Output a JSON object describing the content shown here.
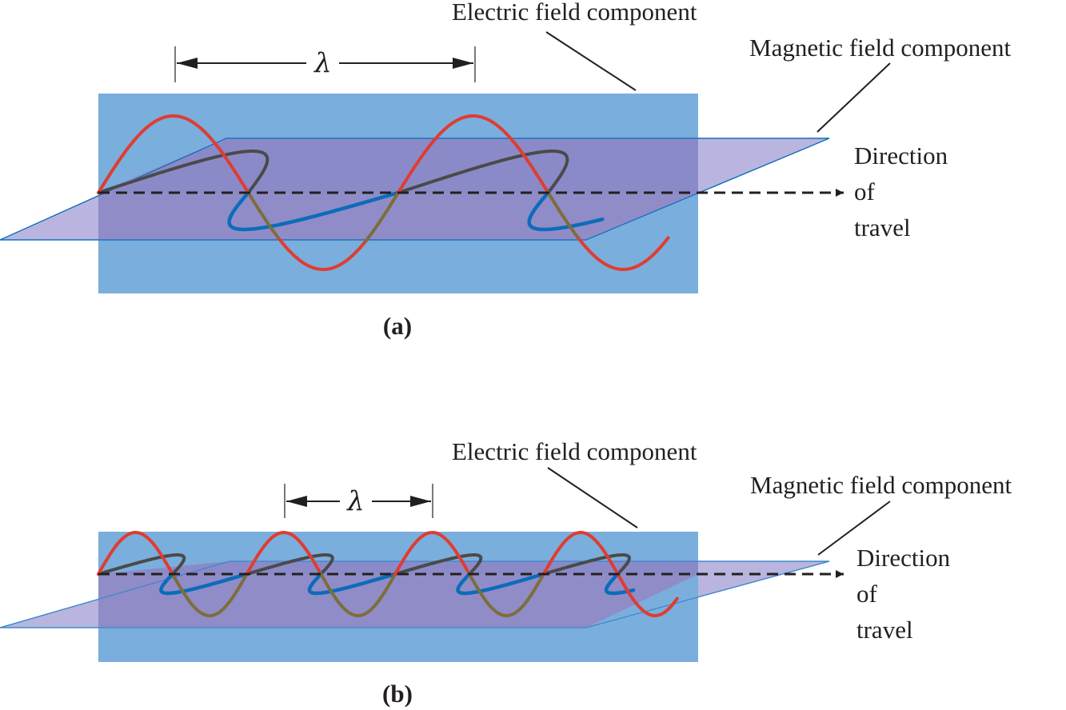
{
  "title": "Electromagnetic wave: electric and magnetic field components",
  "colors": {
    "electric_plane": "#7aaedc",
    "magnetic_plane": "#8e84c4",
    "magnetic_plane_outside": "#b9b5df",
    "plane_edge": "#0b6cba",
    "electric_wave": "#e03c31",
    "electric_wave_in_plane": "#7d6d3a",
    "magnetic_wave_above": "#4a4a4a",
    "magnetic_wave_below": "#0b6cba",
    "axis": "#231f20"
  },
  "panels": [
    {
      "id": "a",
      "caption": "(a)",
      "wavelength_symbol": "λ",
      "cycles_shown": 1.9,
      "relative_wavelength": "long",
      "labels": {
        "electric": "Electric field component",
        "magnetic": "Magnetic field component",
        "direction_line1": "Direction",
        "direction_line2": "of",
        "direction_line3": "travel"
      }
    },
    {
      "id": "b",
      "caption": "(b)",
      "wavelength_symbol": "λ",
      "cycles_shown": 3.9,
      "relative_wavelength": "short",
      "labels": {
        "electric": "Electric field component",
        "magnetic": "Magnetic field component",
        "direction_line1": "Direction",
        "direction_line2": "of",
        "direction_line3": "travel"
      }
    }
  ]
}
